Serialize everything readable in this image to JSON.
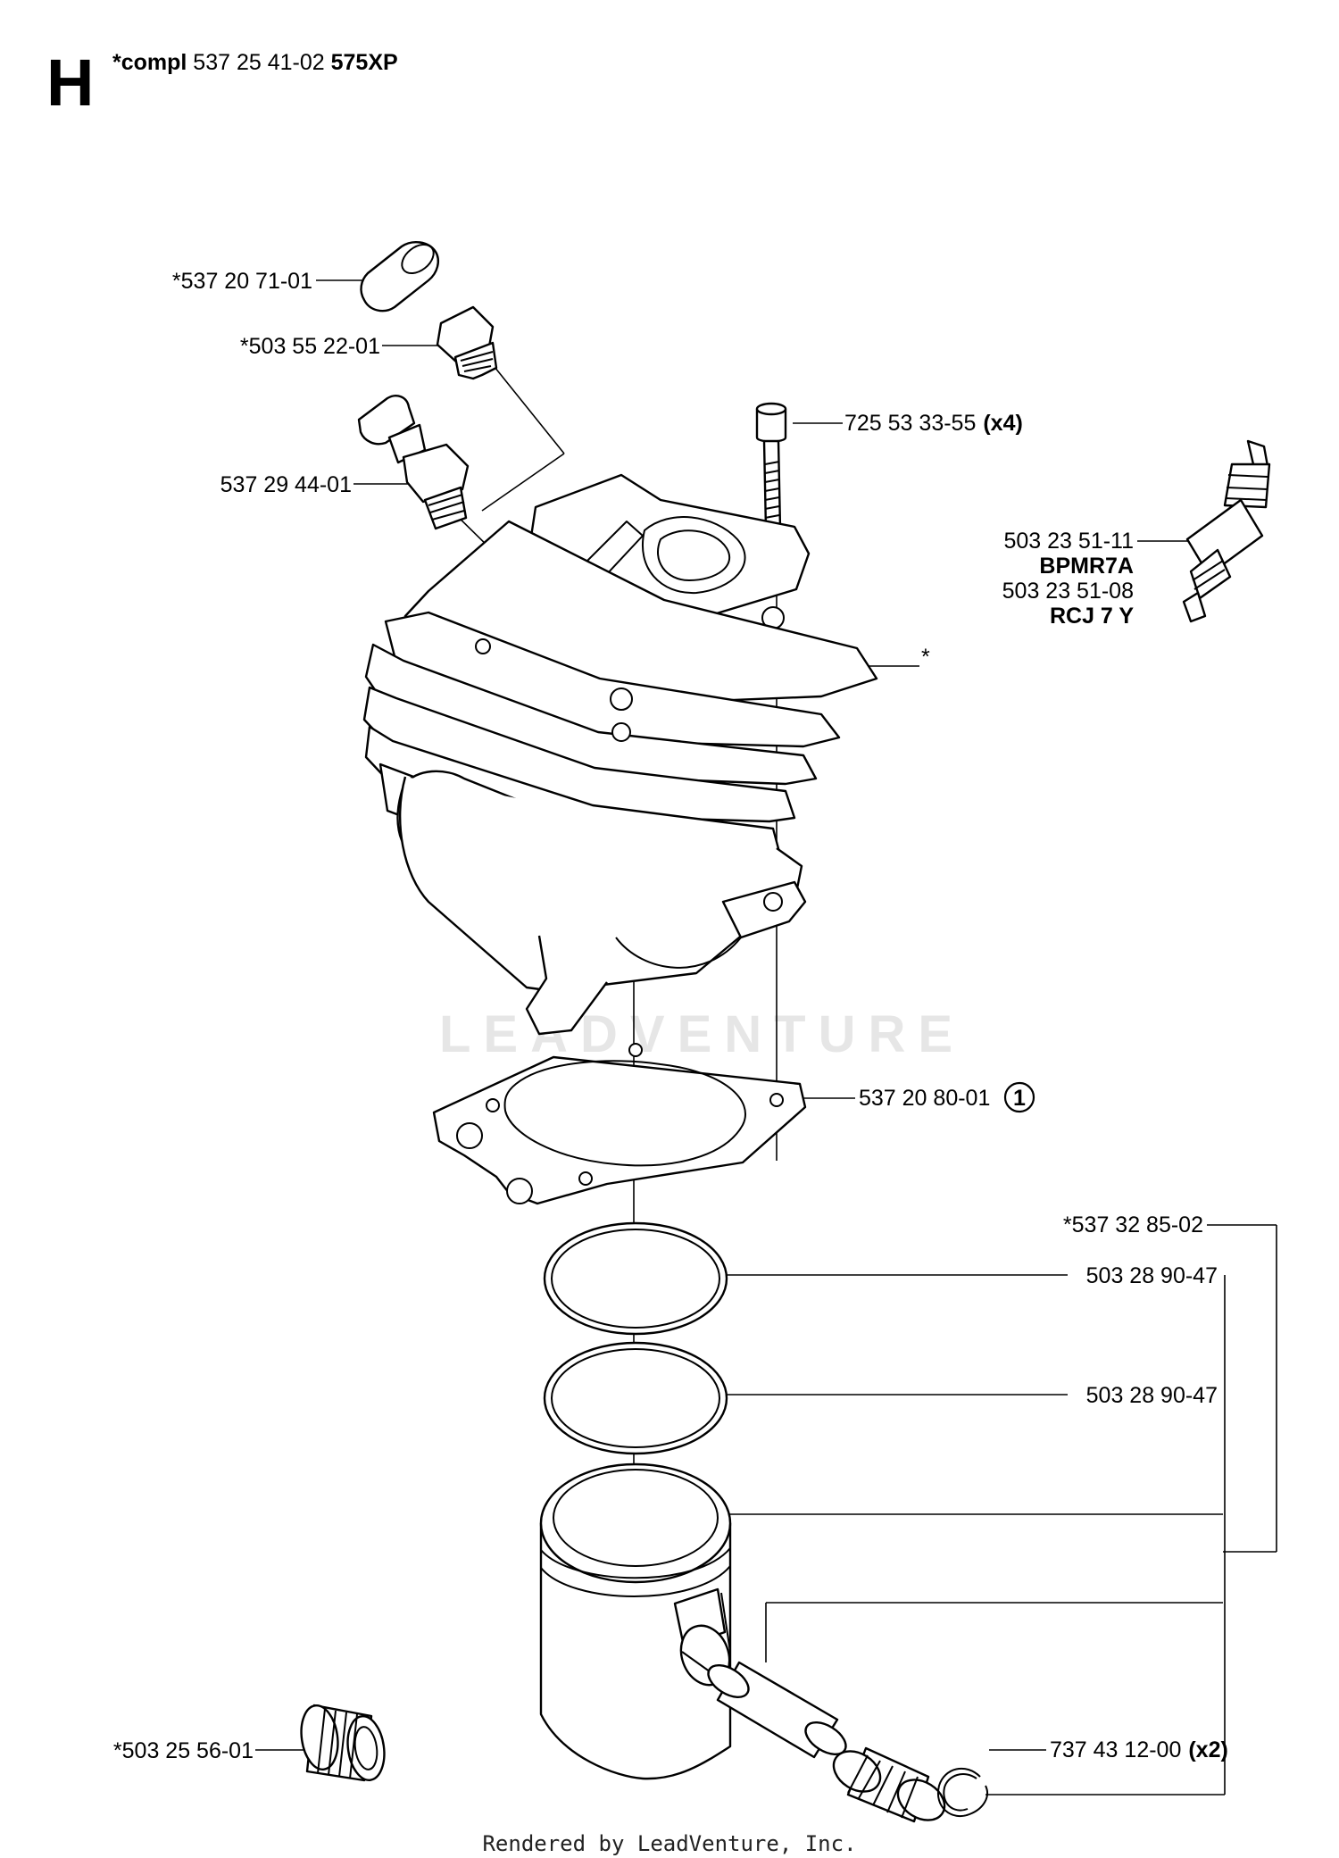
{
  "header": {
    "section_letter": "H",
    "title_prefix": "*compl",
    "title_number": " 537 25 41-02 ",
    "title_model": "575XP"
  },
  "callouts": [
    {
      "id": "cap",
      "text": "*537 20 71-01"
    },
    {
      "id": "decomp-valve",
      "text": "*503 55 22-01"
    },
    {
      "id": "adjuster",
      "text": "537 29 44-01"
    },
    {
      "id": "screw",
      "text": "725 53 33-55",
      "qty": "(x4)"
    },
    {
      "id": "spark-plug-1",
      "text": "503 23 51-11"
    },
    {
      "id": "spark-plug-1-type",
      "text": "BPMR7A"
    },
    {
      "id": "spark-plug-2",
      "text": "503 23 51-08"
    },
    {
      "id": "spark-plug-2-type",
      "text": "RCJ 7 Y"
    },
    {
      "id": "cylinder",
      "text": "*"
    },
    {
      "id": "gasket",
      "text": "537 20 80-01",
      "note": "1"
    },
    {
      "id": "piston-kit",
      "text": "*537 32 85-02"
    },
    {
      "id": "ring-1",
      "text": "503 28 90-47"
    },
    {
      "id": "ring-2",
      "text": "503 28 90-47"
    },
    {
      "id": "needle-bearing",
      "text": "*503 25 56-01"
    },
    {
      "id": "circlip",
      "text": "737 43 12-00",
      "qty": "(x2)"
    }
  ],
  "watermark": "LEADVENTURE",
  "footer": "Rendered by LeadVenture, Inc."
}
